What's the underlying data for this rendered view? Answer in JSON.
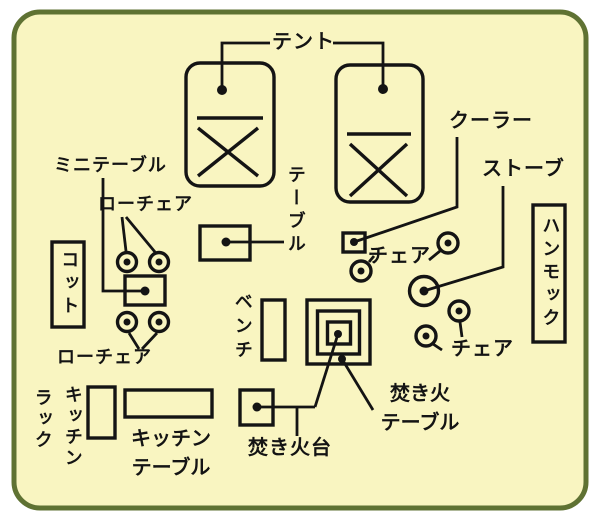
{
  "diagram": {
    "title_hint": "campsite-layout-map",
    "background_color": "#f9f5c1",
    "border_color": "#5f7233",
    "line_color": "#141414",
    "labels": {
      "tent": "テント",
      "mini_table": "ミニテーブル",
      "low_chair_upper": "ローチェア",
      "low_chair_lower": "ローチェア",
      "table_vertical": "テーブル",
      "cot_vertical": "コット",
      "cooler": "クーラー",
      "chair_upper": "チェア",
      "stove": "ストーブ",
      "hammock_vertical": "ハンモック",
      "chair_lower": "チェア",
      "bench_vertical": "ベンチ",
      "fire_table_line1": "焚き火",
      "fire_table_line2": "テーブル",
      "fire_pit": "焚き火台",
      "kitchen_rack_col_right": "キッチン",
      "kitchen_rack_col_left": "ラック",
      "kitchen_table_line1": "キッチン",
      "kitchen_table_line2": "テーブル"
    },
    "icons": {
      "tent": "rounded-rect-with-bar-and-x",
      "chair": "small-circle-with-center-dot",
      "low_chair": "small-circle-with-center-dot",
      "stove": "large-circle-with-center-dot",
      "table": "rect-with-center-dot",
      "mini_table": "rect-with-center-dot",
      "cooler": "small-square-with-center-dot",
      "fire_table": "concentric-squares-with-dot",
      "fire_pit": "square-with-center-dot",
      "cot": "rect-with-vertical-text",
      "hammock": "rect-with-vertical-text",
      "bench": "plain-rect",
      "kitchen_rack": "plain-rect",
      "kitchen_table": "plain-rect"
    }
  }
}
